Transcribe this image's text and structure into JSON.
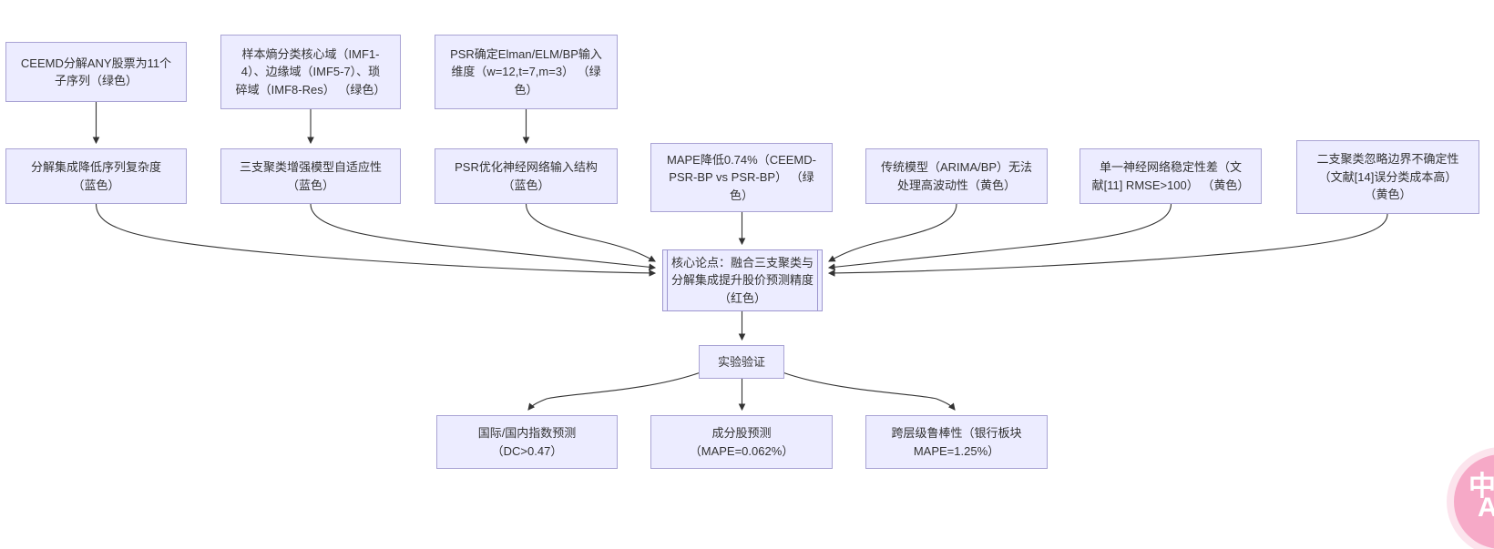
{
  "diagram": {
    "nodes": {
      "ceemd": {
        "text": "CEEMD分解ANY股票为11个\n子序列（绿色）"
      },
      "entropy": {
        "text": "样本熵分类核心域（IMF1-\n4）、边缘域（IMF5-7）、琐\n碎域（IMF8-Res） （绿色）"
      },
      "psr_input": {
        "text": "PSR确定Elman/ELM/BP输入\n维度（w=12,t=7,m=3） （绿\n色）"
      },
      "decomp_blue": {
        "text": "分解集成降低序列复杂度\n（蓝色）"
      },
      "threeway_blue": {
        "text": "三支聚类增强模型自适应性\n（蓝色）"
      },
      "psr_blue": {
        "text": "PSR优化神经网络输入结构\n（蓝色）"
      },
      "mape_green": {
        "text": "MAPE降低0.74%（CEEMD-\nPSR-BP vs PSR-BP） （绿\n色）"
      },
      "arima_yellow": {
        "text": "传统模型（ARIMA/BP）无法\n处理高波动性（黄色）"
      },
      "singlenn_yellow": {
        "text": "单一神经网络稳定性差（文\n献[11] RMSE>100） （黄色）"
      },
      "twoway_yellow": {
        "text": "二支聚类忽略边界不确定性\n（文献[14]误分类成本高）\n（黄色）"
      },
      "core": {
        "text": "核心论点：融合三支聚类与\n分解集成提升股价预测精度\n（红色）"
      },
      "experiment": {
        "text": "实验验证"
      },
      "index_pred": {
        "text": "国际/国内指数预测\n（DC>0.47）"
      },
      "component_pred": {
        "text": "成分股预测\n（MAPE=0.062%）"
      },
      "robustness": {
        "text": "跨层级鲁棒性（银行板块\nMAPE=1.25%）"
      }
    }
  },
  "floating_button": {
    "top_glyph": "中",
    "bottom_glyph": "A"
  },
  "colors": {
    "node_fill": "#ECECFF",
    "node_border": "#A9A3D4",
    "edge": "#333333",
    "text": "#333333",
    "fab_pink": "#F6A9C7",
    "background": "#FFFFFF"
  }
}
